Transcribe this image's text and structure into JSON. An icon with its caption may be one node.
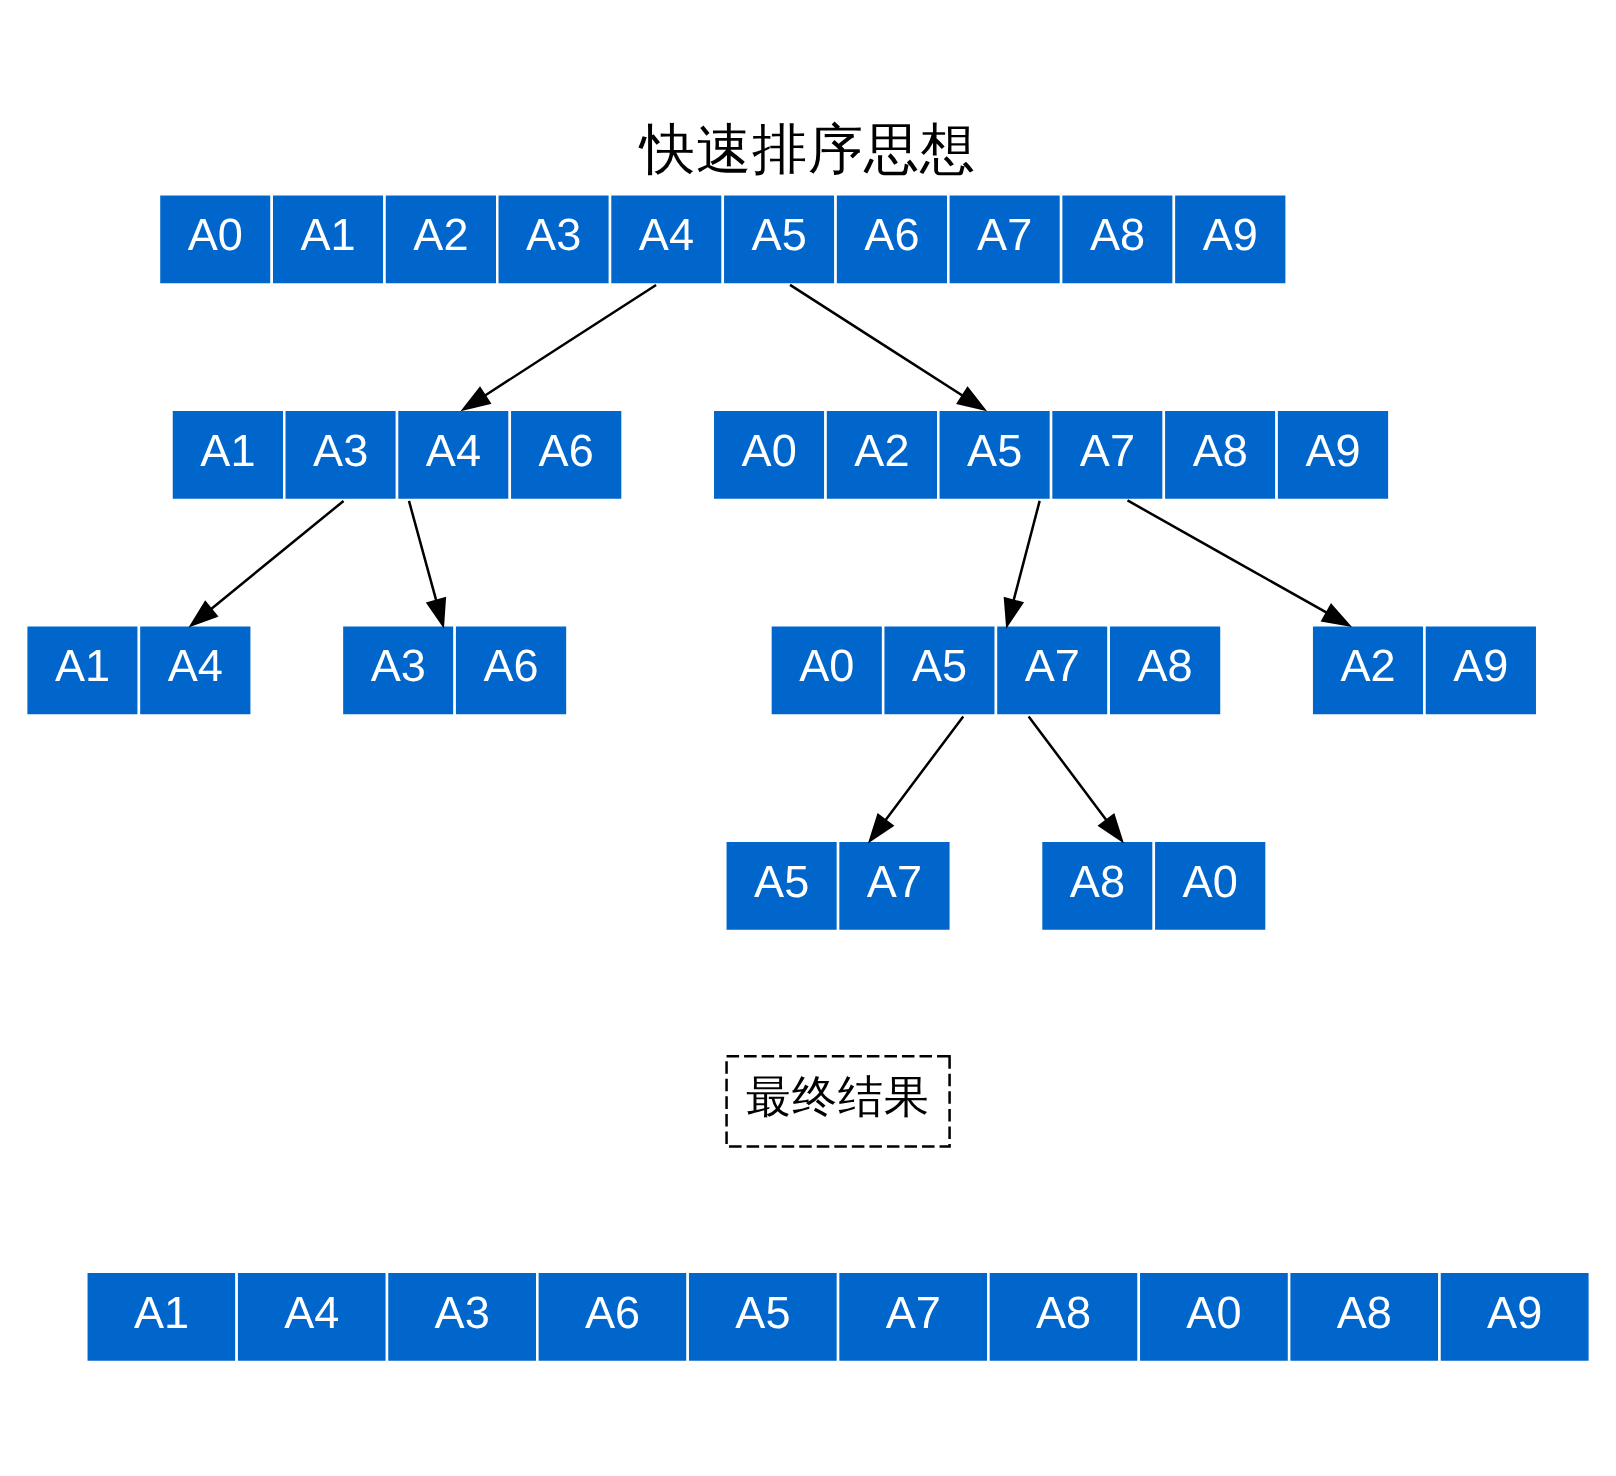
{
  "diagram": {
    "title": "快速排序思想",
    "nodes": [
      {
        "text": [
          "A0",
          "A1",
          "A2",
          "A3",
          "A4",
          "A5",
          "A6",
          "A7",
          "A8",
          "A9"
        ]
      },
      {
        "text": [
          "A1",
          "A3",
          "A4",
          "A6"
        ]
      },
      {
        "text": [
          "A0",
          "A2",
          "A5",
          "A7",
          "A8",
          "A9"
        ]
      },
      {
        "text": [
          "A1",
          "A4"
        ]
      },
      {
        "text": [
          "A3",
          "A6"
        ]
      },
      {
        "text": [
          "A0",
          "A5",
          "A7",
          "A8"
        ]
      },
      {
        "text": [
          "A2",
          "A9"
        ]
      },
      {
        "text": [
          "A5",
          "A7"
        ]
      },
      {
        "text": [
          "A8",
          "A0"
        ]
      },
      {
        "text": [
          "最终结果"
        ]
      },
      {
        "text": [
          "A1",
          "A4",
          "A3",
          "A6",
          "A5",
          "A7",
          "A8",
          "A0",
          "A8",
          "A9"
        ]
      }
    ],
    "edges": [
      {
        "from": 0,
        "to": 1,
        "arrow": "to"
      },
      {
        "from": 0,
        "to": 2,
        "arrow": "to"
      },
      {
        "from": 1,
        "to": 3,
        "arrow": "to"
      },
      {
        "from": 1,
        "to": 4,
        "arrow": "to"
      },
      {
        "from": 2,
        "to": 5,
        "arrow": "to"
      },
      {
        "from": 2,
        "to": 6,
        "arrow": "to"
      },
      {
        "from": 5,
        "to": 7,
        "arrow": "to"
      },
      {
        "from": 5,
        "to": 8,
        "arrow": "to"
      }
    ]
  }
}
